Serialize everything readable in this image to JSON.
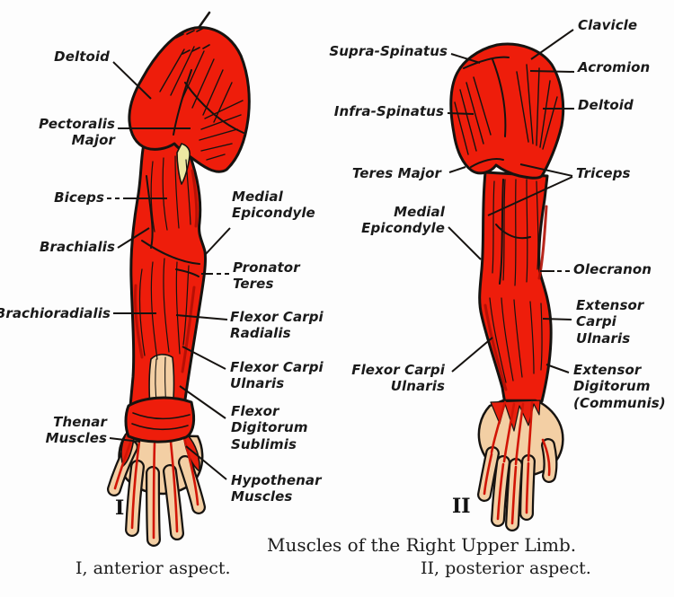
{
  "title": "Muscles of the Right Upper Limb.",
  "figures": {
    "anterior": {
      "numeral": "I",
      "legend": "I, anterior aspect.",
      "labels": [
        {
          "name": "deltoid",
          "text": "Deltoid"
        },
        {
          "name": "pectoralis-major",
          "text": "Pectoralis\nMajor"
        },
        {
          "name": "biceps",
          "text": "Biceps"
        },
        {
          "name": "brachialis",
          "text": "Brachialis"
        },
        {
          "name": "brachioradialis",
          "text": "Brachioradialis"
        },
        {
          "name": "thenar-muscles",
          "text": "Thenar\nMuscles"
        },
        {
          "name": "medial-epicondyle",
          "text": "Medial\nEpicondyle"
        },
        {
          "name": "pronator-teres",
          "text": "Pronator\nTeres"
        },
        {
          "name": "flexor-carpi-radialis",
          "text": "Flexor Carpi\nRadialis"
        },
        {
          "name": "flexor-carpi-ulnaris",
          "text": "Flexor Carpi\nUlnaris"
        },
        {
          "name": "flexor-digitorum-sublimis",
          "text": "Flexor\nDigitorum\nSublimis"
        },
        {
          "name": "hypothenar-muscles",
          "text": "Hypothenar\nMuscles"
        }
      ]
    },
    "posterior": {
      "numeral": "II",
      "legend": "II, posterior aspect.",
      "labels": [
        {
          "name": "supra-spinatus",
          "text": "Supra-Spinatus"
        },
        {
          "name": "infra-spinatus",
          "text": "Infra-Spinatus"
        },
        {
          "name": "teres-major",
          "text": "Teres Major"
        },
        {
          "name": "medial-epicondyle",
          "text": "Medial\nEpicondyle"
        },
        {
          "name": "flexor-carpi-ulnaris",
          "text": "Flexor Carpi\nUlnaris"
        },
        {
          "name": "clavicle",
          "text": "Clavicle"
        },
        {
          "name": "acromion",
          "text": "Acromion"
        },
        {
          "name": "deltoid",
          "text": "Deltoid"
        },
        {
          "name": "triceps",
          "text": "Triceps"
        },
        {
          "name": "olecranon",
          "text": "Olecranon"
        },
        {
          "name": "extensor-carpi-ulnaris",
          "text": "Extensor\nCarpi\nUlnaris"
        },
        {
          "name": "extensor-digitorum-communis",
          "text": "Extensor\nDigitorum\n(Communis)"
        }
      ]
    }
  },
  "colors": {
    "muscle_red": "#ee1d0b",
    "shade_red": "#b01004",
    "tendon_red": "#d21506",
    "skin": "#f3cfa4",
    "tendon_yellow": "#ede8a2",
    "outline": "#161310",
    "background": "#fdfdfd",
    "text": "#1a1a1a"
  }
}
